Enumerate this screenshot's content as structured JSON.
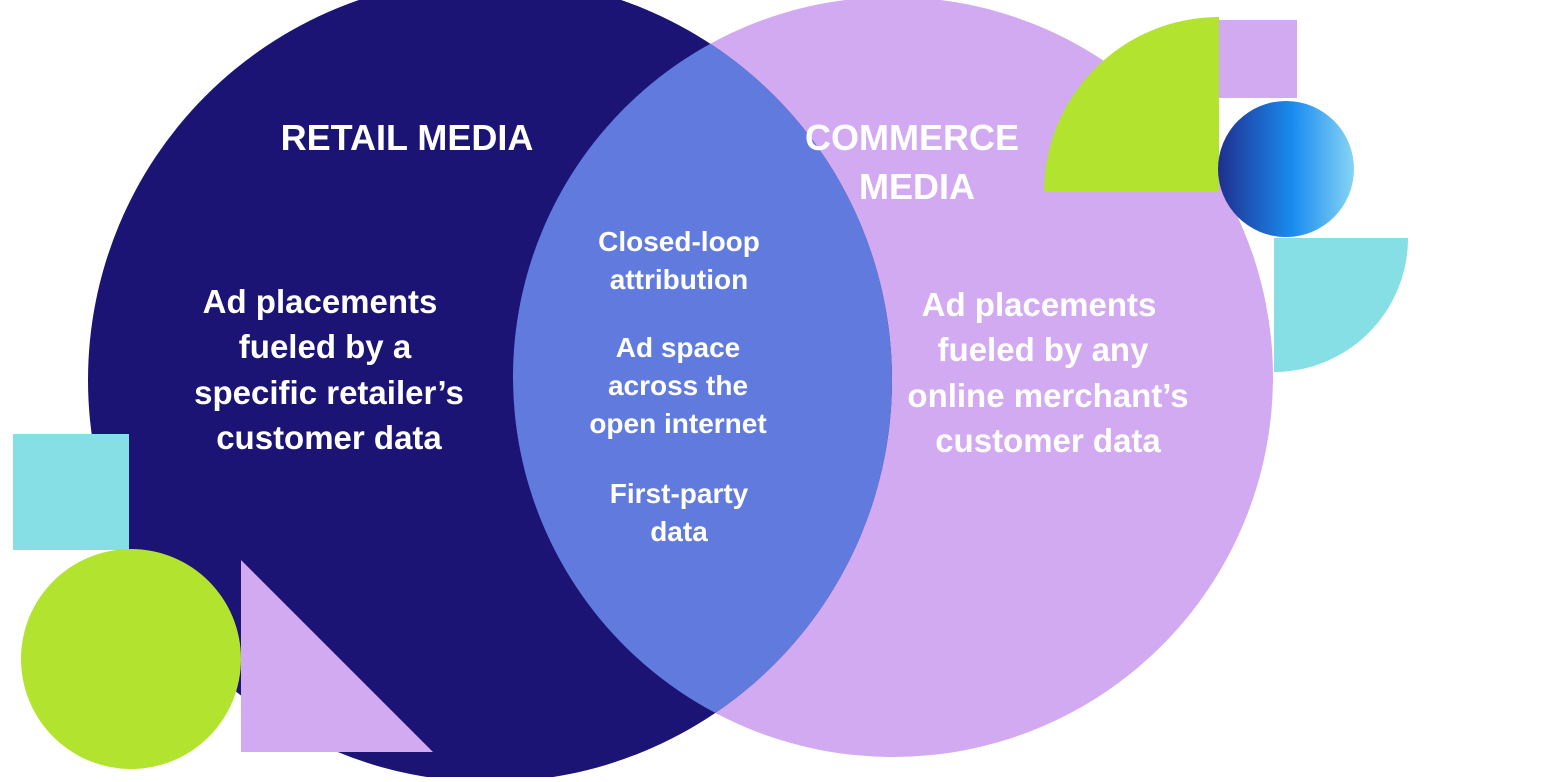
{
  "colors": {
    "retail_circle": "#1b1474",
    "commerce_circle": "#d2aaf2",
    "overlap": "#617ade",
    "lime": "#b1e32f",
    "cyan": "#86dfe4",
    "lavender_shape": "#d2aaf2",
    "blue_gradient_start": "#1f2f8e",
    "blue_gradient_end": "#86d4f4",
    "text": "#ffffff"
  },
  "left_circle": {
    "title": "RETAIL MEDIA",
    "description_lines": [
      "Ad placements",
      "fueled by a",
      "specific retailer’s",
      "customer data"
    ]
  },
  "right_circle": {
    "title_lines": [
      "COMMERCE",
      "MEDIA"
    ],
    "description_lines": [
      "Ad placements",
      "fueled by any",
      "online merchant’s",
      "customer data"
    ]
  },
  "overlap": {
    "items": [
      {
        "lines": [
          "Closed-loop",
          "attribution"
        ]
      },
      {
        "lines": [
          "Ad space",
          "across the",
          "open internet"
        ]
      },
      {
        "lines": [
          "First-party",
          "data"
        ]
      }
    ]
  },
  "decorations": [
    {
      "name": "lime-quarter-circle-top-right",
      "color": "lime"
    },
    {
      "name": "lavender-square-top-right",
      "color": "lavender_shape"
    },
    {
      "name": "blue-gradient-circle",
      "color": "blue_gradient"
    },
    {
      "name": "cyan-quarter-circle-right",
      "color": "cyan"
    },
    {
      "name": "cyan-square-bottom-left",
      "color": "cyan"
    },
    {
      "name": "lime-circle-bottom-left",
      "color": "lime"
    },
    {
      "name": "lavender-triangle-bottom",
      "color": "lavender_shape"
    }
  ]
}
